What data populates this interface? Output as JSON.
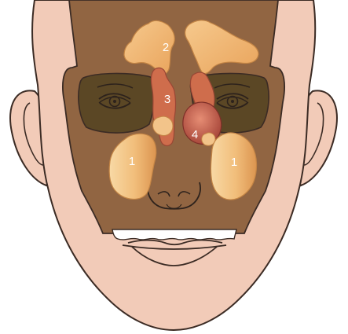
{
  "labels": {
    "frontal": "2",
    "ethmoid": "3",
    "sphenoid": "4",
    "maxillary_left": "1",
    "maxillary_right": "1"
  },
  "colors": {
    "skin": "#f2cbb8",
    "face_mask": "#916542",
    "eye_region": "#5b4725",
    "frontal_sinus": "#f0b96e",
    "ethmoid_sinus": "#cf6d4c",
    "sphenoid_sinus": "#b24d3d",
    "maxillary_sinus": "#f1bd7a",
    "outline": "#3b2b24",
    "teeth": "#ffffff"
  }
}
